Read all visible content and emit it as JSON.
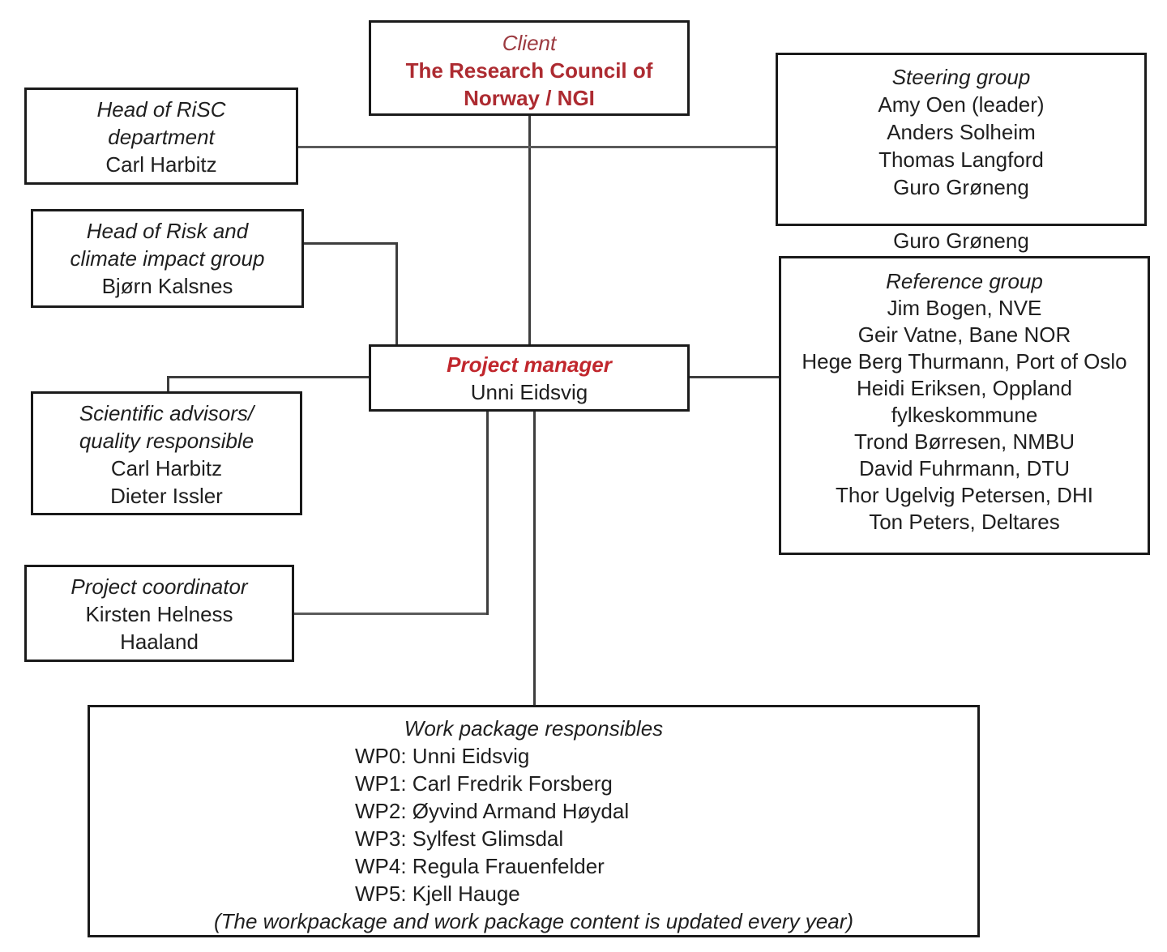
{
  "colors": {
    "client_label_red": "#9C3A40",
    "client_name_red": "#AD2B31",
    "pm_label_red": "#C1272D",
    "box_border": "#1a1a1a",
    "connector": "#3d3d3d",
    "text": "#1f1f1f"
  },
  "boxes": {
    "client": {
      "label": "Client",
      "name_line1": "The Research Council of",
      "name_line2": "Norway / NGI"
    },
    "head_risc": {
      "title_line1": "Head of RiSC",
      "title_line2": "department",
      "name": "Carl Harbitz"
    },
    "steering": {
      "title": "Steering group",
      "members": [
        "Amy Oen (leader)",
        "Anders Solheim",
        "Thomas Langford",
        "Guro Grøneng"
      ],
      "overflow_text": "Guro Grøneng"
    },
    "reference": {
      "title": "Reference group",
      "members": [
        "Jim Bogen, NVE",
        "Geir Vatne, Bane NOR",
        "Hege Berg Thurmann, Port of Oslo",
        "Heidi Eriksen, Oppland",
        "fylkeskommune",
        "Trond Børresen, NMBU",
        "David Fuhrmann, DTU",
        "Thor Ugelvig Petersen, DHI",
        "Ton Peters, Deltares"
      ]
    },
    "head_risk_climate": {
      "title_line1": "Head of Risk and",
      "title_line2": "climate impact group",
      "name": "Bjørn Kalsnes"
    },
    "project_manager": {
      "title": "Project manager",
      "name": "Unni Eidsvig"
    },
    "scientific_advisors": {
      "title_line1": "Scientific advisors/",
      "title_line2": "quality responsible",
      "members": [
        "Carl Harbitz",
        "Dieter Issler"
      ]
    },
    "project_coordinator": {
      "title": "Project coordinator",
      "name_line1": "Kirsten Helness",
      "name_line2": "Haaland"
    },
    "work_packages": {
      "title": "Work package responsibles",
      "items": [
        "WP0: Unni Eidsvig",
        "WP1: Carl Fredrik Forsberg",
        "WP2: Øyvind Armand Høydal",
        "WP3: Sylfest Glimsdal",
        "WP4: Regula Frauenfelder",
        "WP5: Kjell Hauge"
      ],
      "footnote": "(The workpackage and work package content is updated every year)"
    }
  }
}
